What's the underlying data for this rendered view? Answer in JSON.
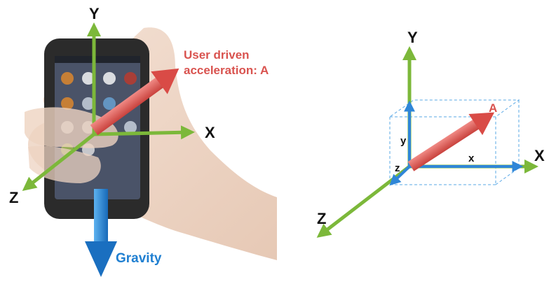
{
  "left_diagram": {
    "axis_y": "Y",
    "axis_x": "X",
    "axis_z": "Z",
    "accel_line1": "User driven",
    "accel_line2": "acceleration: A",
    "gravity": "Gravity"
  },
  "right_diagram": {
    "axis_y": "Y",
    "axis_x": "X",
    "axis_z": "Z",
    "vector": "A",
    "comp_y": "y",
    "comp_x": "x",
    "comp_z": "z"
  },
  "colors": {
    "axis_green": "#8bc34a",
    "accel_red": "#e06060",
    "gravity_blue": "#1f7fd1",
    "component_blue": "#3a8fe0",
    "box_dash": "#5aa8e6"
  }
}
